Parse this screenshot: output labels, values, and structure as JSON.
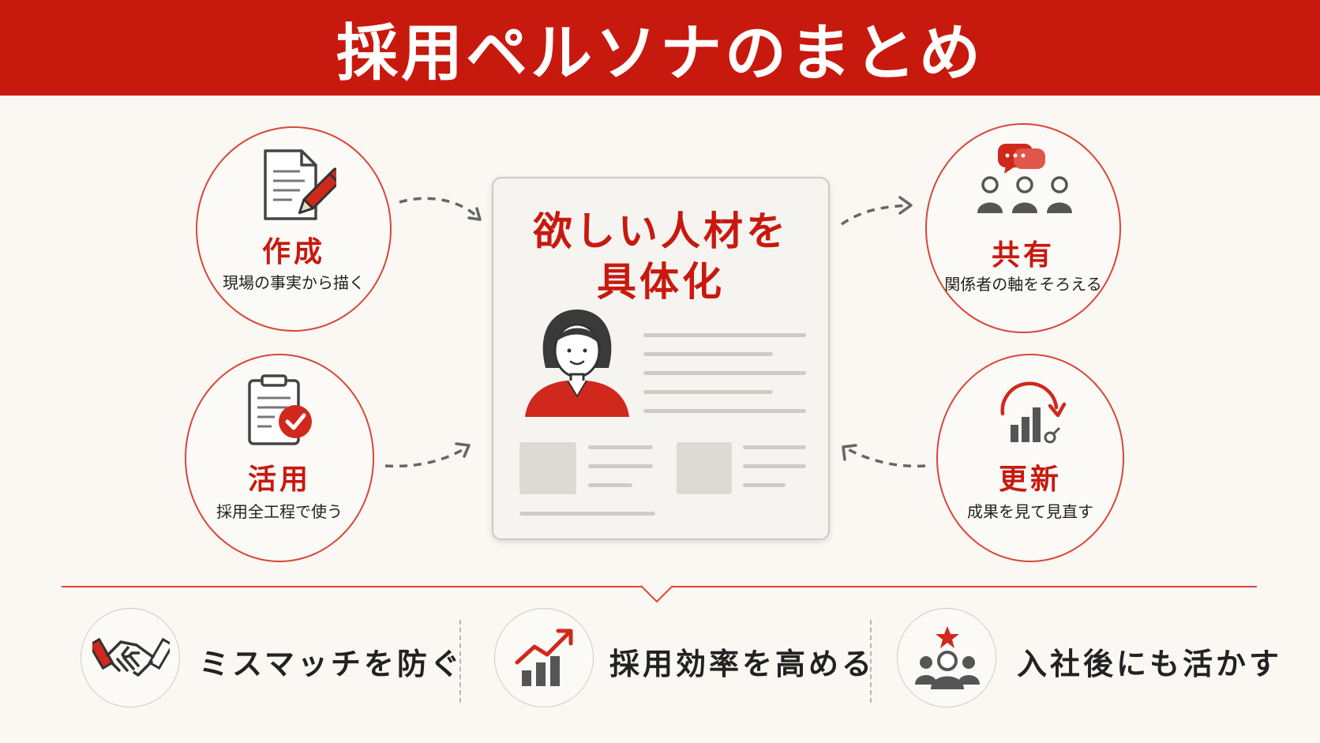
{
  "header": {
    "title": "採用ペルソナのまとめ"
  },
  "center": {
    "title_line1": "欲しい人材を",
    "title_line2": "具体化"
  },
  "steps": {
    "create": {
      "title": "作成",
      "subtitle": "現場の事実から描く"
    },
    "share": {
      "title": "共有",
      "subtitle": "関係者の軸をそろえる"
    },
    "use": {
      "title": "活用",
      "subtitle": "採用全工程で使う"
    },
    "update": {
      "title": "更新",
      "subtitle": "成果を見て見直す"
    }
  },
  "benefits": [
    {
      "label": "ミスマッチを防ぐ",
      "icon": "handshake-icon"
    },
    {
      "label": "採用効率を高める",
      "icon": "growth-chart-icon"
    },
    {
      "label": "入社後にも活かす",
      "icon": "team-star-icon"
    }
  ],
  "colors": {
    "accent": "#c8190f",
    "background": "#fbf8f3",
    "gray": "#555555"
  }
}
